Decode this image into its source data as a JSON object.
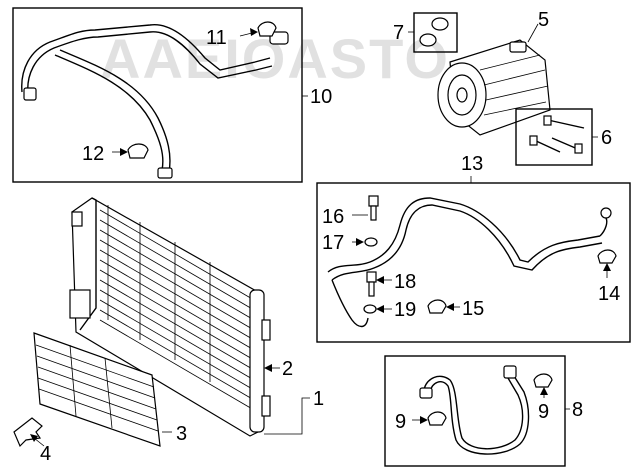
{
  "watermark": "AAEIOASTO",
  "callouts": {
    "c1": "1",
    "c2": "2",
    "c3": "3",
    "c4": "4",
    "c5": "5",
    "c6": "6",
    "c7": "7",
    "c8": "8",
    "c9a": "9",
    "c9b": "9",
    "c10": "10",
    "c11": "11",
    "c12": "12",
    "c13": "13",
    "c14": "14",
    "c15": "15",
    "c16": "16",
    "c17": "17",
    "c18": "18",
    "c19": "19"
  },
  "colors": {
    "line": "#000000",
    "watermark": "#c9c9c9",
    "background": "#ffffff"
  }
}
